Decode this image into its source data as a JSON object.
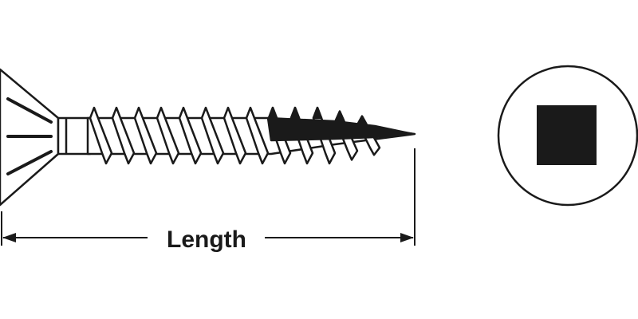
{
  "dimension": {
    "label": "Length"
  },
  "colors": {
    "line": "#1a1a1a",
    "background": "#ffffff"
  },
  "parts": {
    "screw": "countersunk-head-screw",
    "drive": "square-drive-recess"
  }
}
